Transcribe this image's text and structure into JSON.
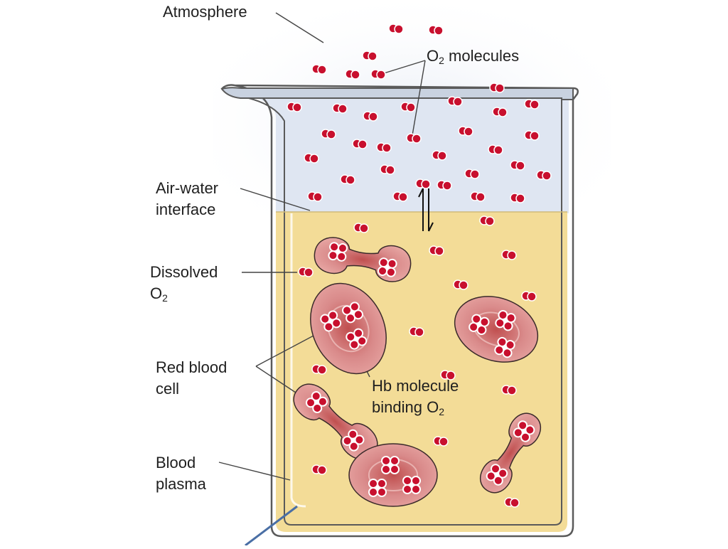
{
  "labels": {
    "atmosphere": "Atmosphere",
    "o2_molecules": {
      "prefix": "O",
      "sub": "2",
      "suffix": " molecules"
    },
    "air_water_interface": {
      "line1": "Air-water",
      "line2": "interface"
    },
    "dissolved_o2": {
      "line1": "Dissolved",
      "line2_prefix": "O",
      "line2_sub": "2"
    },
    "red_blood_cell": {
      "line1": "Red blood",
      "line2": "cell"
    },
    "hb_molecule": {
      "line1": "Hb molecule",
      "line2_prefix": "binding O",
      "line2_sub": "2"
    },
    "blood_plasma": {
      "line1": "Blood",
      "line2": "plasma"
    }
  },
  "colors": {
    "plasma": "#f3dc97",
    "air_glass": "#dfe6f2",
    "beaker_outline": "#5a5a5a",
    "beaker_rim": "#c9d2e0",
    "o2_molecule": "#c8102e",
    "rbc_fill": "#d27a7a",
    "rbc_inner": "#b84a4a",
    "label_text": "#1f1f1f"
  },
  "icons": {
    "o2": "o2-molecule-icon",
    "hb": "hemoglobin-molecule-icon",
    "equilibrium": "equilibrium-arrows-icon"
  }
}
